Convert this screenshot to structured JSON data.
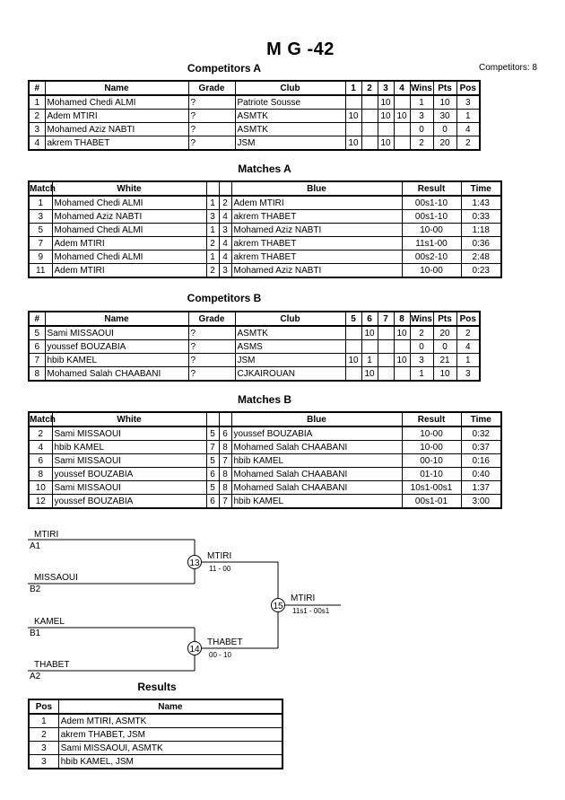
{
  "title": "M G -42",
  "competitors_count": "Competitors: 8",
  "competitors_a": {
    "heading": "Competitors A",
    "columns": [
      "#",
      "Name",
      "Grade",
      "Club",
      "1",
      "2",
      "3",
      "4",
      "Wins",
      "Pts",
      "Pos"
    ],
    "rows": [
      [
        "1",
        "Mohamed Chedi ALMI",
        "?",
        "Patriote Sousse",
        "",
        "",
        "10",
        "",
        "1",
        "10",
        "3"
      ],
      [
        "2",
        "Adem MTIRI",
        "?",
        "ASMTK",
        "10",
        "",
        "10",
        "10",
        "3",
        "30",
        "1"
      ],
      [
        "3",
        "Mohamed Aziz NABTI",
        "?",
        "ASMTK",
        "",
        "",
        "",
        "",
        "0",
        "0",
        "4"
      ],
      [
        "4",
        "akrem THABET",
        "?",
        "JSM",
        "10",
        "",
        "10",
        "",
        "2",
        "20",
        "2"
      ]
    ]
  },
  "matches_a": {
    "heading": "Matches A",
    "columns": [
      "Match",
      "White",
      "",
      "",
      "Blue",
      "Result",
      "Time"
    ],
    "rows": [
      [
        "1",
        "Mohamed Chedi ALMI",
        "1",
        "2",
        "Adem MTIRI",
        "00s1-10",
        "1:43"
      ],
      [
        "3",
        "Mohamed Aziz NABTI",
        "3",
        "4",
        "akrem THABET",
        "00s1-10",
        "0:33"
      ],
      [
        "5",
        "Mohamed Chedi ALMI",
        "1",
        "3",
        "Mohamed Aziz NABTI",
        "10-00",
        "1:18"
      ],
      [
        "7",
        "Adem MTIRI",
        "2",
        "4",
        "akrem THABET",
        "11s1-00",
        "0:36"
      ],
      [
        "9",
        "Mohamed Chedi ALMI",
        "1",
        "4",
        "akrem THABET",
        "00s2-10",
        "2:48"
      ],
      [
        "11",
        "Adem MTIRI",
        "2",
        "3",
        "Mohamed Aziz NABTI",
        "10-00",
        "0:23"
      ]
    ]
  },
  "competitors_b": {
    "heading": "Competitors B",
    "columns": [
      "#",
      "Name",
      "Grade",
      "Club",
      "5",
      "6",
      "7",
      "8",
      "Wins",
      "Pts",
      "Pos"
    ],
    "rows": [
      [
        "5",
        "Sami MISSAOUI",
        "?",
        "ASMTK",
        "",
        "10",
        "",
        "10",
        "2",
        "20",
        "2"
      ],
      [
        "6",
        "youssef BOUZABIA",
        "?",
        "ASMS",
        "",
        "",
        "",
        "",
        "0",
        "0",
        "4"
      ],
      [
        "7",
        "hbib KAMEL",
        "?",
        "JSM",
        "10",
        "1",
        "",
        "10",
        "3",
        "21",
        "1"
      ],
      [
        "8",
        "Mohamed Salah CHAABANI",
        "?",
        "CJKAIROUAN",
        "",
        "10",
        "",
        "",
        "1",
        "10",
        "3"
      ]
    ]
  },
  "matches_b": {
    "heading": "Matches B",
    "columns": [
      "Match",
      "White",
      "",
      "",
      "Blue",
      "Result",
      "Time"
    ],
    "rows": [
      [
        "2",
        "Sami MISSAOUI",
        "5",
        "6",
        "youssef BOUZABIA",
        "10-00",
        "0:32"
      ],
      [
        "4",
        "hbib KAMEL",
        "7",
        "8",
        "Mohamed Salah CHAABANI",
        "10-00",
        "0:37"
      ],
      [
        "6",
        "Sami MISSAOUI",
        "5",
        "7",
        "hbib KAMEL",
        "00-10",
        "0:16"
      ],
      [
        "8",
        "youssef BOUZABIA",
        "6",
        "8",
        "Mohamed Salah CHAABANI",
        "01-10",
        "0:40"
      ],
      [
        "10",
        "Sami MISSAOUI",
        "5",
        "8",
        "Mohamed Salah CHAABANI",
        "10s1-00s1",
        "1:37"
      ],
      [
        "12",
        "youssef BOUZABIA",
        "6",
        "7",
        "hbib KAMEL",
        "00s1-01",
        "3:00"
      ]
    ]
  },
  "bracket": {
    "slot1": {
      "name": "MTIRI",
      "seed": "A1"
    },
    "slot2": {
      "name": "MISSAOUI",
      "seed": "B2"
    },
    "slot3": {
      "name": "KAMEL",
      "seed": "B1"
    },
    "slot4": {
      "name": "THABET",
      "seed": "A2"
    },
    "semi1": {
      "match": "13",
      "winner": "MTIRI",
      "score": "11 - 00"
    },
    "semi2": {
      "match": "14",
      "winner": "THABET",
      "score": "00 - 10"
    },
    "final": {
      "match": "15",
      "winner": "MTIRI",
      "score": "11s1 - 00s1"
    }
  },
  "results": {
    "heading": "Results",
    "columns": [
      "Pos",
      "Name"
    ],
    "rows": [
      [
        "1",
        "Adem MTIRI, ASMTK"
      ],
      [
        "2",
        "akrem THABET, JSM"
      ],
      [
        "3",
        "Sami MISSAOUI, ASMTK"
      ],
      [
        "3",
        "hbib KAMEL, JSM"
      ]
    ]
  }
}
